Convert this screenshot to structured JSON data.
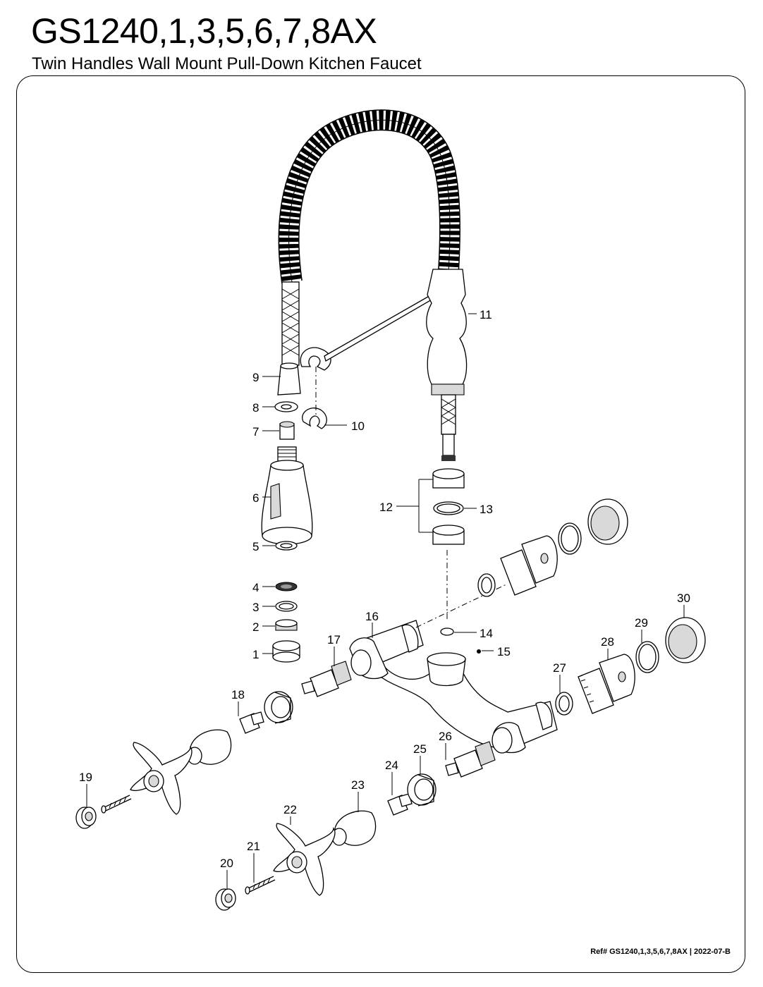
{
  "header": {
    "title": "GS1240,1,3,5,6,7,8AX",
    "subtitle": "Twin Handles Wall Mount Pull-Down Kitchen Faucet"
  },
  "footer": {
    "ref_label": "Ref#",
    "ref_code": "GS1240,1,3,5,6,7,8AX",
    "ref_revision": "2022-07-B"
  },
  "callouts": [
    "1",
    "2",
    "3",
    "4",
    "5",
    "6",
    "7",
    "8",
    "9",
    "10",
    "11",
    "12",
    "13",
    "14",
    "15",
    "16",
    "17",
    "18",
    "19",
    "20",
    "21",
    "22",
    "23",
    "24",
    "25",
    "26",
    "27",
    "28",
    "29",
    "30"
  ]
}
